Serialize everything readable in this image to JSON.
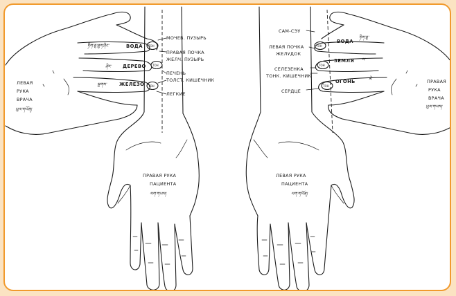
{
  "left_panel": {
    "doctor_hand_label": [
      "ЛЕВАЯ",
      "РУКА",
      "ВРАЧА"
    ],
    "doctor_hand_tibetan": "ཡུལ་གཡོན།",
    "patient_hand_label": [
      "ПРАВАЯ  РУКА",
      "ПАЦИЕНТА"
    ],
    "patient_hand_tibetan": "ལག་གཡས།",
    "finger_elements": [
      "ВОДА",
      "ДЕРЕВО",
      "ЖЕЛЕЗО"
    ],
    "finger_elements_tibetan": [
      "ཏིག་ཅུ་ཐུག་ཤིང་",
      "ཤིང་",
      "ལྕགས་"
    ],
    "finger_tags": [
      "ТОН",
      "ТОН",
      "ТОН"
    ],
    "organ_labels": [
      "МОЧЕВ. ПУЗЫРЬ",
      "ПРАВАЯ  ПОЧКА",
      "ЖЕЛЧ. ПУЗЫРЬ",
      "ПЕЧЕНЬ",
      "ТОЛСТ. КИШЕЧНИК",
      "ЛЕГКИЕ"
    ]
  },
  "right_panel": {
    "doctor_hand_label": [
      "ПРАВАЯ",
      "РУКА",
      "ВРАЧА"
    ],
    "doctor_hand_tibetan": "ཡུལ་གཡས།",
    "patient_hand_label": [
      "ЛЕВАЯ  РУКА",
      "ПАЦИЕНТА"
    ],
    "patient_hand_tibetan": "ལག་གཡོན།",
    "finger_elements": [
      "ВОДА",
      "ЗЕМЛЯ",
      "ОГОНЬ"
    ],
    "finger_elements_tibetan": [
      "ཏིག་ཅུ་",
      "ས་",
      "མེ་"
    ],
    "finger_tags": [
      "ТОН",
      "ТОН",
      "ТОН"
    ],
    "organ_labels": [
      "САМ-СЭУ",
      "ЛЕВАЯ  ПОЧКА",
      "ЖЕЛУДОК",
      "СЕЛЕЗЕНКА",
      "ТОНК. КИШЕЧНИК",
      "СЕРДЦЕ"
    ]
  },
  "colors": {
    "frame_border": "#f19a2d",
    "page_background": "#fbe3c2",
    "line": "#1a1a1a"
  }
}
